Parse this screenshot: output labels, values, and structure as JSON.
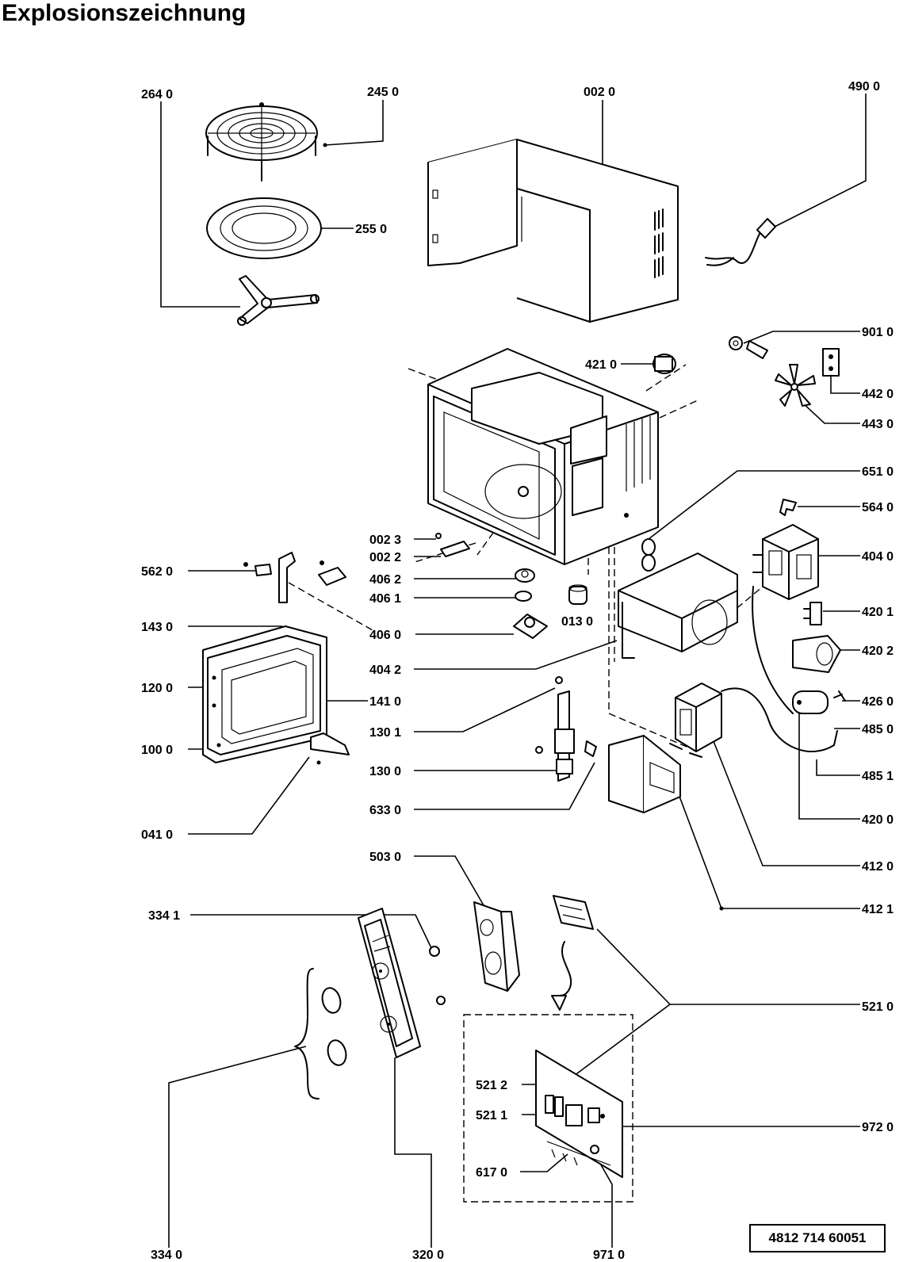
{
  "title": "Explosionszeichnung",
  "reference_number": "4812  714  60051",
  "labels": {
    "l2640": "264 0",
    "l2450": "245 0",
    "l0020": "002 0",
    "l4900": "490 0",
    "l2550": "255 0",
    "l9010": "901 0",
    "l4210": "421 0",
    "l4420": "442 0",
    "l4430": "443 0",
    "l6510": "651 0",
    "l5640": "564 0",
    "l4040": "404 0",
    "l0023": "002 3",
    "l0022": "002 2",
    "l5620": "562 0",
    "l4062": "406 2",
    "l4061": "406 1",
    "l4201": "420 1",
    "l1430": "143 0",
    "l4060": "406 0",
    "l0130": "013 0",
    "l4202": "420 2",
    "l4042": "404 2",
    "l1200": "120 0",
    "l1410": "141 0",
    "l4260": "426 0",
    "l1301": "130 1",
    "l4850": "485 0",
    "l1000": "100 0",
    "l1300": "130 0",
    "l4851": "485 1",
    "l6330": "633 0",
    "l4200": "420 0",
    "l0410": "041 0",
    "l5030": "503 0",
    "l4120": "412 0",
    "l4121": "412 1",
    "l3341": "334 1",
    "l5210": "521 0",
    "l5212": "521  2",
    "l5211": "521  1",
    "l9720": "972 0",
    "l6170": "617  0",
    "l3340": "334 0",
    "l3200": "320 0",
    "l9710": "971 0"
  }
}
